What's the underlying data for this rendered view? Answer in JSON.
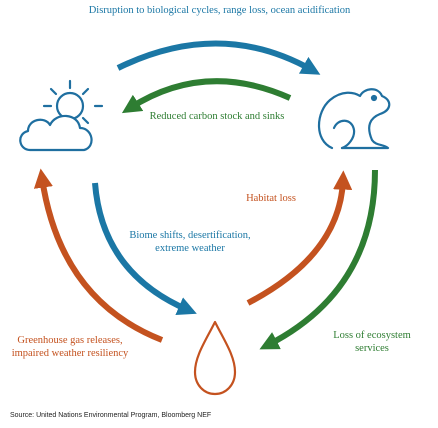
{
  "colors": {
    "blue": "#1b77a5",
    "green": "#2e7d32",
    "orange": "#c4521f",
    "icon": "#1f6fa0"
  },
  "icons": {
    "weather": "sun-cloud-icon",
    "animal": "frog-icon",
    "water": "water-drop-icon"
  },
  "labels": {
    "top": "Disruption to biological cycles, range loss, ocean acidification",
    "carbon": "Reduced carbon stock and sinks",
    "habitat": "Habitat loss",
    "biome": "Biome shifts, desertification, extreme weather",
    "ecosystem": "Loss of ecosystem services",
    "greenhouse": "Greenhouse gas releases, impaired weather resiliency"
  },
  "source": "Source: United Nations Environmental Program, Bloomberg NEF"
}
